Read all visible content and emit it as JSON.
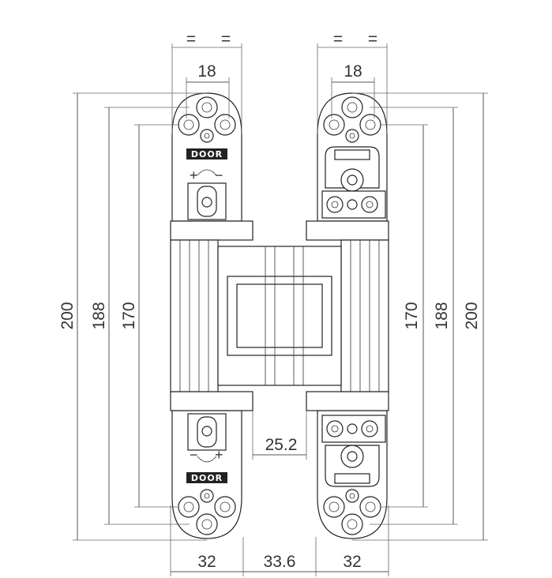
{
  "drawing": {
    "dimensions": {
      "equal_marks": [
        "=",
        "=",
        "=",
        "="
      ],
      "screw_spacing_left": "18",
      "screw_spacing_right": "18",
      "left_overall_height": "200",
      "left_mid_height": "188",
      "left_inner_height": "170",
      "right_inner_height": "170",
      "right_mid_height": "188",
      "right_overall_height": "200",
      "gap": "25.2",
      "bottom_left_width": "32",
      "bottom_center_width": "33.6",
      "bottom_right_width": "32"
    },
    "labels": {
      "door_top": "DOOR",
      "door_bottom": "DOOR",
      "adjust_plus": "+",
      "adjust_minus": "−"
    }
  }
}
